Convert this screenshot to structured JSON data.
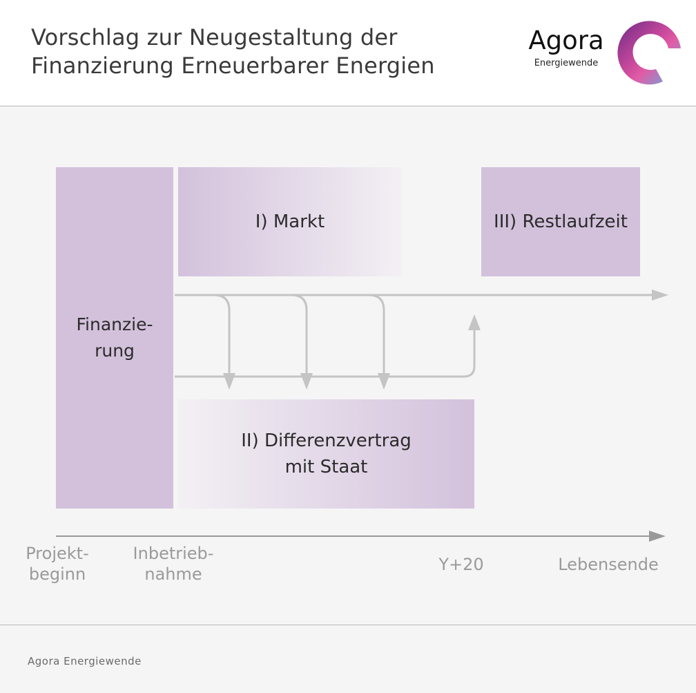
{
  "header": {
    "title_line1": "Vorschlag zur Neugestaltung der",
    "title_line2": "Finanzierung Erneuerbarer Energien",
    "logo_main": "Agora",
    "logo_sub": "Energiewende"
  },
  "diagram": {
    "finanzierung_line1": "Finanzie-",
    "finanzierung_line2": "rung",
    "markt": "I) Markt",
    "restlaufzeit": "III) Restlaufzeit",
    "differenzvertrag_line1": "II) Differenzvertrag",
    "differenzvertrag_line2": "mit Staat"
  },
  "timeline": {
    "labels": [
      {
        "line1": "Projekt-",
        "line2": "beginn"
      },
      {
        "line1": "Inbetrieb-",
        "line2": "nahme"
      },
      {
        "line1": "Y+20",
        "line2": ""
      },
      {
        "line1": "Lebensende",
        "line2": ""
      }
    ]
  },
  "footer": {
    "source": "Agora Energiewende"
  },
  "colors": {
    "box_fill": "#d3c1dc",
    "arrow": "#c4c4c4",
    "axis": "#999999",
    "logo_gradient": [
      "#6e2a86",
      "#c8499c",
      "#e25ba5",
      "#55b7e6"
    ]
  }
}
